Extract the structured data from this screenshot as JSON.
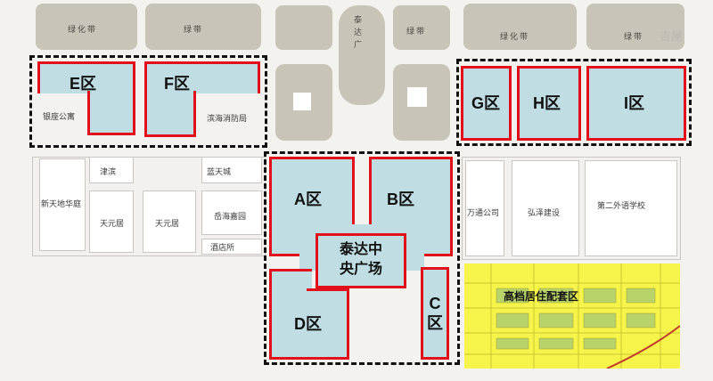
{
  "top_labels": {
    "greenbelt_left": "绿化带",
    "greenbelt_mid": "绿带",
    "taida_square": "泰达广",
    "greenbelt_right_a": "绿带",
    "greenbelt_right_b": "绿化带",
    "greenbelt_right_c": "绿带"
  },
  "zones": {
    "E": "E区",
    "F": "F区",
    "G": "G区",
    "H": "H区",
    "I": "I区",
    "A": "A区",
    "B": "B区",
    "C": "C区",
    "D": "D区"
  },
  "plaza": {
    "line1": "泰达中",
    "line2": "央广场"
  },
  "buildings": {
    "jin_condo": "银座公寓",
    "fire_station": "滨海消防局",
    "new_tiandi_garden": "新天地华庭",
    "jinbin": "津滨",
    "blue_sky_city": "蓝天城",
    "tianyuan_a": "天元居",
    "tianyuan_b": "天元居",
    "yuehai_garden": "岳海嘉园",
    "hotel": "酒店所",
    "wantong_company": "万通公司",
    "hongze_building": "弘泽建设",
    "no2_foreign_school": "第二外语学校"
  },
  "residential_label": "高档居住配套区",
  "watermark": "吉屋"
}
